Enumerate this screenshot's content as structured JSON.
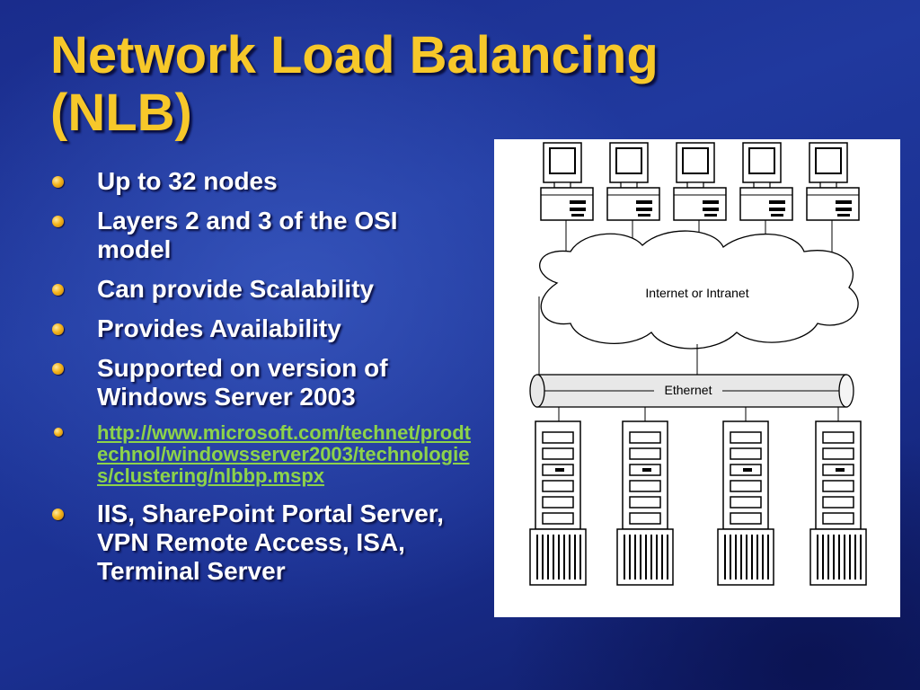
{
  "slide": {
    "title_line1": "Network Load Balancing",
    "title_line2": "(NLB)",
    "bullets": [
      "Up to 32 nodes",
      "Layers 2 and 3 of the OSI model",
      "Can provide Scalability",
      "Provides Availability",
      "Supported on version of Windows Server 2003"
    ],
    "link": "http://www.microsoft.com/technet/prodtechnol/windowsserver2003/technologies/clustering/nlbbp.mspx",
    "last_bullet": "IIS, SharePoint Portal Server, VPN Remote Access, ISA, Terminal Server"
  },
  "diagram": {
    "cloud_label": "Internet or Intranet",
    "bus_label": "Ethernet",
    "client_icon": "desktop-computer-icon",
    "server_icon": "tower-server-icon"
  },
  "colors": {
    "title": "#f7c82a",
    "text": "#ffffff",
    "link": "#8dd34a",
    "background": "#20399e"
  }
}
